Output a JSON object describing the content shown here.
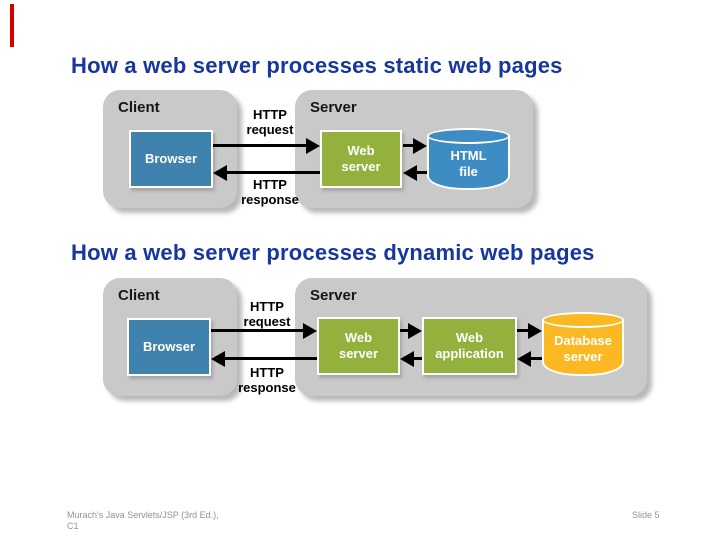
{
  "slide": {
    "title_static": "How a web server processes static web pages",
    "title_dynamic": "How a web server processes dynamic web pages",
    "footer_left": "Murach's Java Servlets/JSP (3rd Ed.), C1",
    "footer_right": "Slide 5"
  },
  "diagram_static": {
    "client_label": "Client",
    "server_label": "Server",
    "browser_label": "Browser",
    "web_server_label": "Web server",
    "html_file_label": "HTML file",
    "http_request_label": "HTTP request",
    "http_response_label": "HTTP response"
  },
  "diagram_dynamic": {
    "client_label": "Client",
    "server_label": "Server",
    "browser_label": "Browser",
    "web_server_label": "Web server",
    "web_application_label": "Web application",
    "database_server_label": "Database server",
    "http_request_label": "HTTP request",
    "http_response_label": "HTTP response"
  },
  "colors": {
    "heading": "#17369E",
    "panel_gray": "#C9C9C9",
    "browser_blue": "#3F82AE",
    "cylinder_blue": "#3D8CC4",
    "server_green": "#93B13C",
    "database_yellow": "#FCB822",
    "annotation_red": "#D40000",
    "footer_gray": "#929292"
  }
}
